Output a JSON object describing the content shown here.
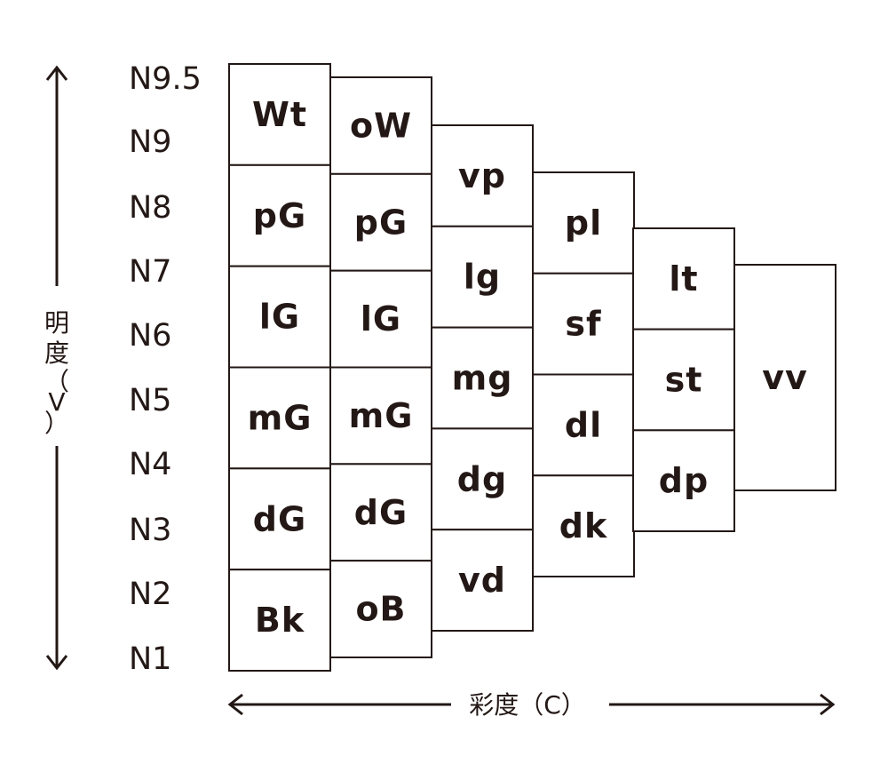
{
  "vertical_axis": {
    "label_chars": [
      "明",
      "度",
      "（",
      "V",
      "）"
    ],
    "ticks": [
      "N9.5",
      "N9",
      "N8",
      "N7",
      "N6",
      "N5",
      "N4",
      "N3",
      "N2",
      "N1"
    ]
  },
  "horizontal_axis": {
    "label": "彩度（C）"
  },
  "columns": [
    {
      "cells": [
        "Wt",
        "pG",
        "lG",
        "mG",
        "dG",
        "Bk"
      ]
    },
    {
      "cells": [
        "oW",
        "pG",
        "lG",
        "mG",
        "dG",
        "oB"
      ]
    },
    {
      "cells": [
        "vp",
        "lg",
        "mg",
        "dg",
        "vd"
      ]
    },
    {
      "cells": [
        "pl",
        "sf",
        "dl",
        "dk"
      ]
    },
    {
      "cells": [
        "lt",
        "st",
        "dp"
      ]
    },
    {
      "cells": [
        "vv"
      ]
    }
  ],
  "colors": {
    "ink": "#231815",
    "background": "#ffffff"
  }
}
